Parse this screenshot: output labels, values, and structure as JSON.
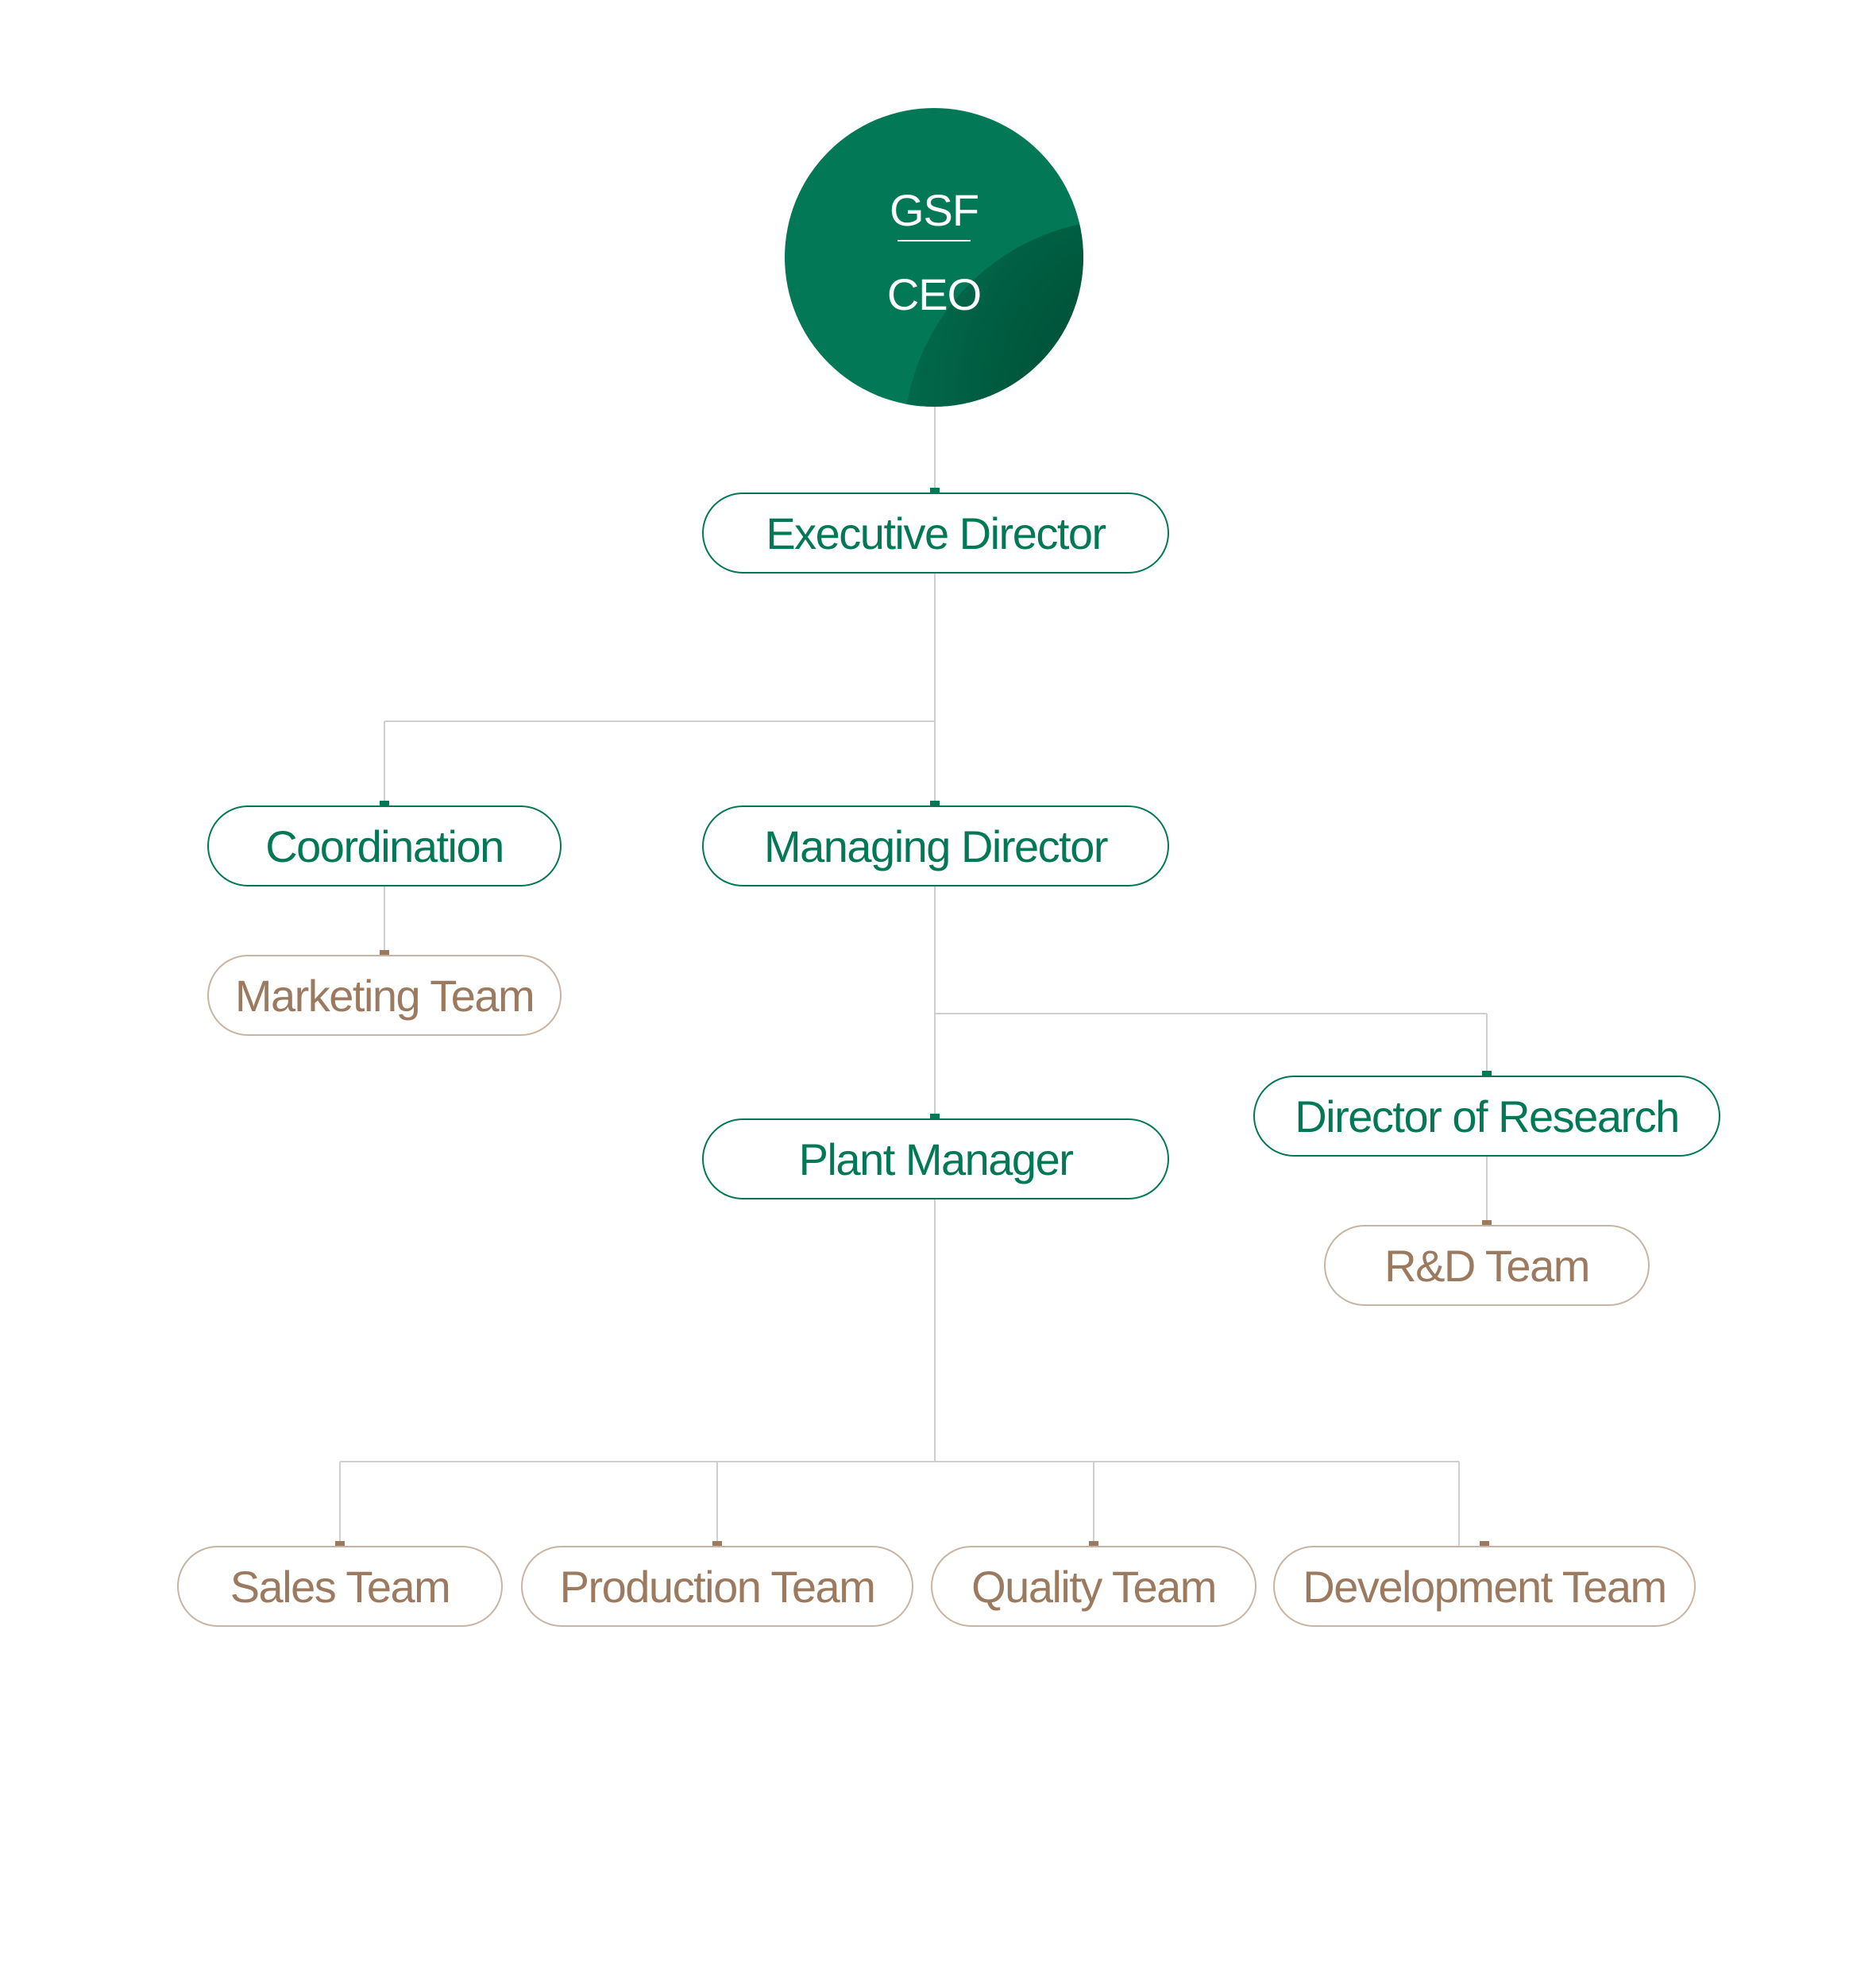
{
  "colors": {
    "primary_green": "#037856",
    "dark_green": "#004530",
    "tan_text": "#9c7a5f",
    "tan_border": "#c9b4a2",
    "connector_line": "#cfcfcf"
  },
  "ceo": {
    "company": "GSF",
    "title": "CEO"
  },
  "nodes": {
    "executive_director": "Executive Director",
    "coordination": "Coordination",
    "marketing_team": "Marketing Team",
    "managing_director": "Managing Director",
    "plant_manager": "Plant Manager",
    "director_of_research": "Director of Research",
    "rd_team": "R&D Team",
    "sales_team": "Sales Team",
    "production_team": "Production Team",
    "quality_team": "Quality Team",
    "development_team": "Development Team"
  }
}
